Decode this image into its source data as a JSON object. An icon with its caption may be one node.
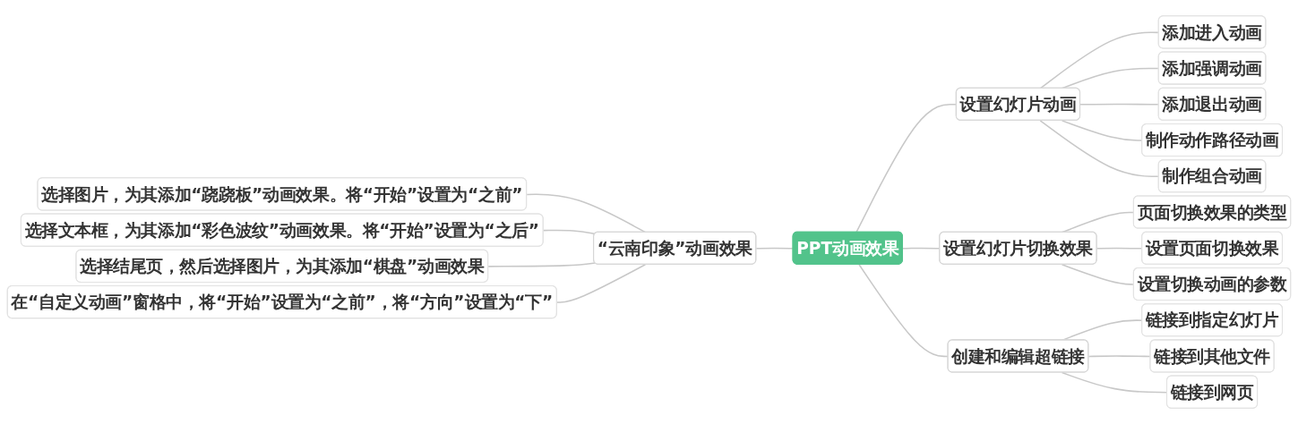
{
  "diagram": {
    "nodes": [
      {
        "text": [
          "PPT动画效果"
        ]
      },
      {
        "text": [
          "“云南印象”动画效果"
        ]
      },
      {
        "text": [
          "选择图片，为其添加“跷跷板”动画效果。将“开始”设置为“之前”"
        ]
      },
      {
        "text": [
          "选择文本框，为其添加“彩色波纹”动画效果。将“开始”设置为“之后”"
        ]
      },
      {
        "text": [
          "选择结尾页，然后选择图片，为其添加“棋盘”动画效果"
        ]
      },
      {
        "text": [
          "在“自定义动画”窗格中，将“开始”设置为“之前”，将“方向”设置为“下”"
        ]
      },
      {
        "text": [
          "设置幻灯片动画"
        ]
      },
      {
        "text": [
          "添加进入动画"
        ]
      },
      {
        "text": [
          "添加强调动画"
        ]
      },
      {
        "text": [
          "添加退出动画"
        ]
      },
      {
        "text": [
          "制作动作路径动画"
        ]
      },
      {
        "text": [
          "制作组合动画"
        ]
      },
      {
        "text": [
          "设置幻灯片切换效果"
        ]
      },
      {
        "text": [
          "页面切换效果的类型"
        ]
      },
      {
        "text": [
          "设置页面切换效果"
        ]
      },
      {
        "text": [
          "设置切换动画的参数"
        ]
      },
      {
        "text": [
          "创建和编辑超链接"
        ]
      },
      {
        "text": [
          "链接到指定幻灯片"
        ]
      },
      {
        "text": [
          "链接到其他文件"
        ]
      },
      {
        "text": [
          "链接到网页"
        ]
      }
    ],
    "edges": [
      {
        "from": 1,
        "to": 0,
        "arrow": "none"
      },
      {
        "from": 2,
        "to": 1,
        "arrow": "none"
      },
      {
        "from": 3,
        "to": 1,
        "arrow": "none"
      },
      {
        "from": 4,
        "to": 1,
        "arrow": "none"
      },
      {
        "from": 5,
        "to": 1,
        "arrow": "none"
      },
      {
        "from": 0,
        "to": 6,
        "arrow": "none"
      },
      {
        "from": 6,
        "to": 7,
        "arrow": "none"
      },
      {
        "from": 6,
        "to": 8,
        "arrow": "none"
      },
      {
        "from": 6,
        "to": 9,
        "arrow": "none"
      },
      {
        "from": 6,
        "to": 10,
        "arrow": "none"
      },
      {
        "from": 6,
        "to": 11,
        "arrow": "none"
      },
      {
        "from": 0,
        "to": 12,
        "arrow": "none"
      },
      {
        "from": 12,
        "to": 13,
        "arrow": "none"
      },
      {
        "from": 12,
        "to": 14,
        "arrow": "none"
      },
      {
        "from": 12,
        "to": 15,
        "arrow": "none"
      },
      {
        "from": 0,
        "to": 16,
        "arrow": "none"
      },
      {
        "from": 16,
        "to": 17,
        "arrow": "none"
      },
      {
        "from": 16,
        "to": 18,
        "arrow": "none"
      },
      {
        "from": 16,
        "to": 19,
        "arrow": "none"
      }
    ]
  }
}
